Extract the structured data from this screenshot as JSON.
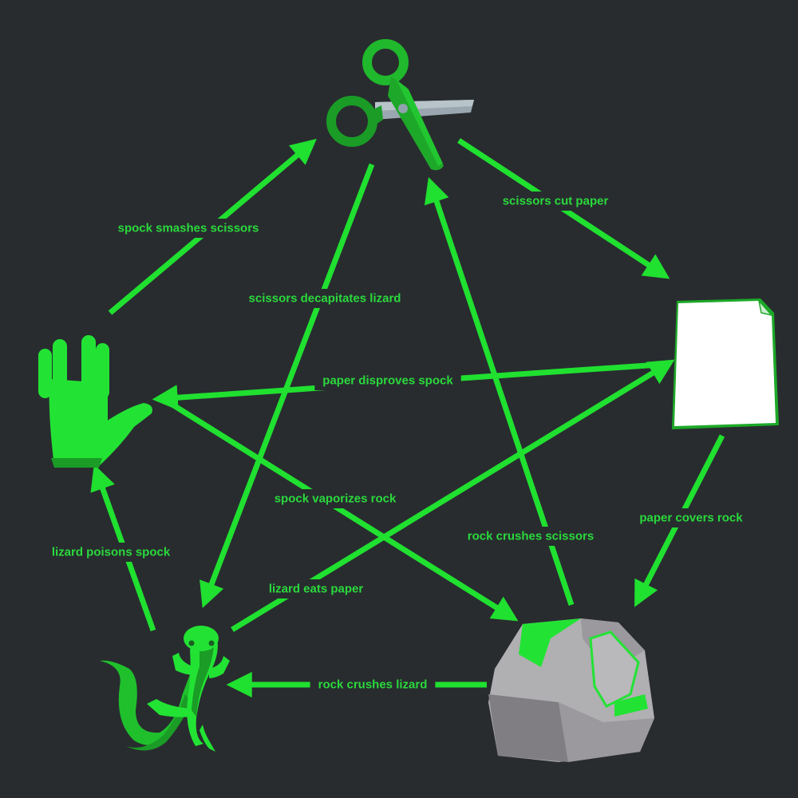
{
  "colors": {
    "background": "#282c2f",
    "arrow": "#20e030",
    "label": "#2ad93c",
    "green_dark": "#1a9c26",
    "green_light": "#22e334",
    "rock_light": "#b0afb2",
    "rock_mid": "#9b999d",
    "rock_dark": "#807e82",
    "blade": "#9aa7b0",
    "paper": "#ffffff"
  },
  "nodes": [
    {
      "id": "scissors",
      "icon": "scissors-icon"
    },
    {
      "id": "paper",
      "icon": "paper-icon"
    },
    {
      "id": "rock",
      "icon": "rock-icon"
    },
    {
      "id": "lizard",
      "icon": "lizard-icon"
    },
    {
      "id": "spock",
      "icon": "spock-hand-icon"
    }
  ],
  "edges": [
    {
      "id": "scissors-paper",
      "from": "scissors",
      "to": "paper",
      "label": "scissors cut paper"
    },
    {
      "id": "paper-rock",
      "from": "paper",
      "to": "rock",
      "label": "paper covers rock"
    },
    {
      "id": "rock-lizard",
      "from": "rock",
      "to": "lizard",
      "label": "rock crushes lizard"
    },
    {
      "id": "lizard-spock",
      "from": "lizard",
      "to": "spock",
      "label": "lizard poisons spock"
    },
    {
      "id": "spock-scissors",
      "from": "spock",
      "to": "scissors",
      "label": "spock smashes scissors"
    },
    {
      "id": "scissors-lizard",
      "from": "scissors",
      "to": "lizard",
      "label": "scissors decapitates lizard"
    },
    {
      "id": "lizard-paper",
      "from": "lizard",
      "to": "paper",
      "label": "lizard eats paper"
    },
    {
      "id": "paper-spock",
      "from": "paper",
      "to": "spock",
      "label": "paper disproves spock"
    },
    {
      "id": "spock-rock",
      "from": "spock",
      "to": "rock",
      "label": "spock vaporizes rock"
    },
    {
      "id": "rock-scissors",
      "from": "rock",
      "to": "scissors",
      "label": "rock crushes scissors"
    }
  ]
}
